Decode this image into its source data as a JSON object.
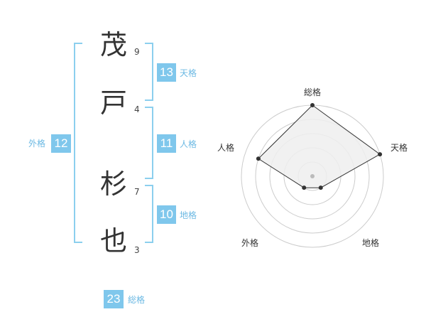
{
  "name_chars": [
    {
      "char": "茂",
      "strokes": "9"
    },
    {
      "char": "戸",
      "strokes": "4"
    },
    {
      "char": "杉",
      "strokes": "7"
    },
    {
      "char": "也",
      "strokes": "3"
    }
  ],
  "fortunes": {
    "tenkaku": {
      "value": "13",
      "label": "天格"
    },
    "jinkaku": {
      "value": "11",
      "label": "人格"
    },
    "chikaku": {
      "value": "10",
      "label": "地格"
    },
    "gaikaku": {
      "value": "12",
      "label": "外格"
    },
    "soukaku": {
      "value": "23",
      "label": "総格"
    }
  },
  "chart_data": {
    "type": "radar",
    "axes": [
      "総格",
      "天格",
      "地格",
      "外格",
      "人格"
    ],
    "levels": 5,
    "values": [
      5,
      5,
      1,
      1,
      4
    ],
    "max": 5,
    "colors": {
      "fill": "#eeeeee",
      "line": "#333333",
      "grid": "#cccccc",
      "center": "#bbbbbb"
    }
  }
}
